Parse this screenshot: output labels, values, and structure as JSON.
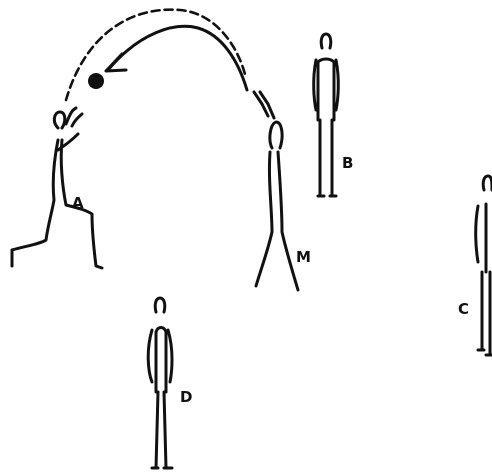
{
  "figures": {
    "a": {
      "label": "A"
    },
    "m": {
      "label": "M"
    },
    "b": {
      "label": "B"
    },
    "c": {
      "label": "C"
    },
    "d": {
      "label": "D"
    }
  },
  "colors": {
    "ink": "#111111",
    "background": "#ffffff"
  }
}
